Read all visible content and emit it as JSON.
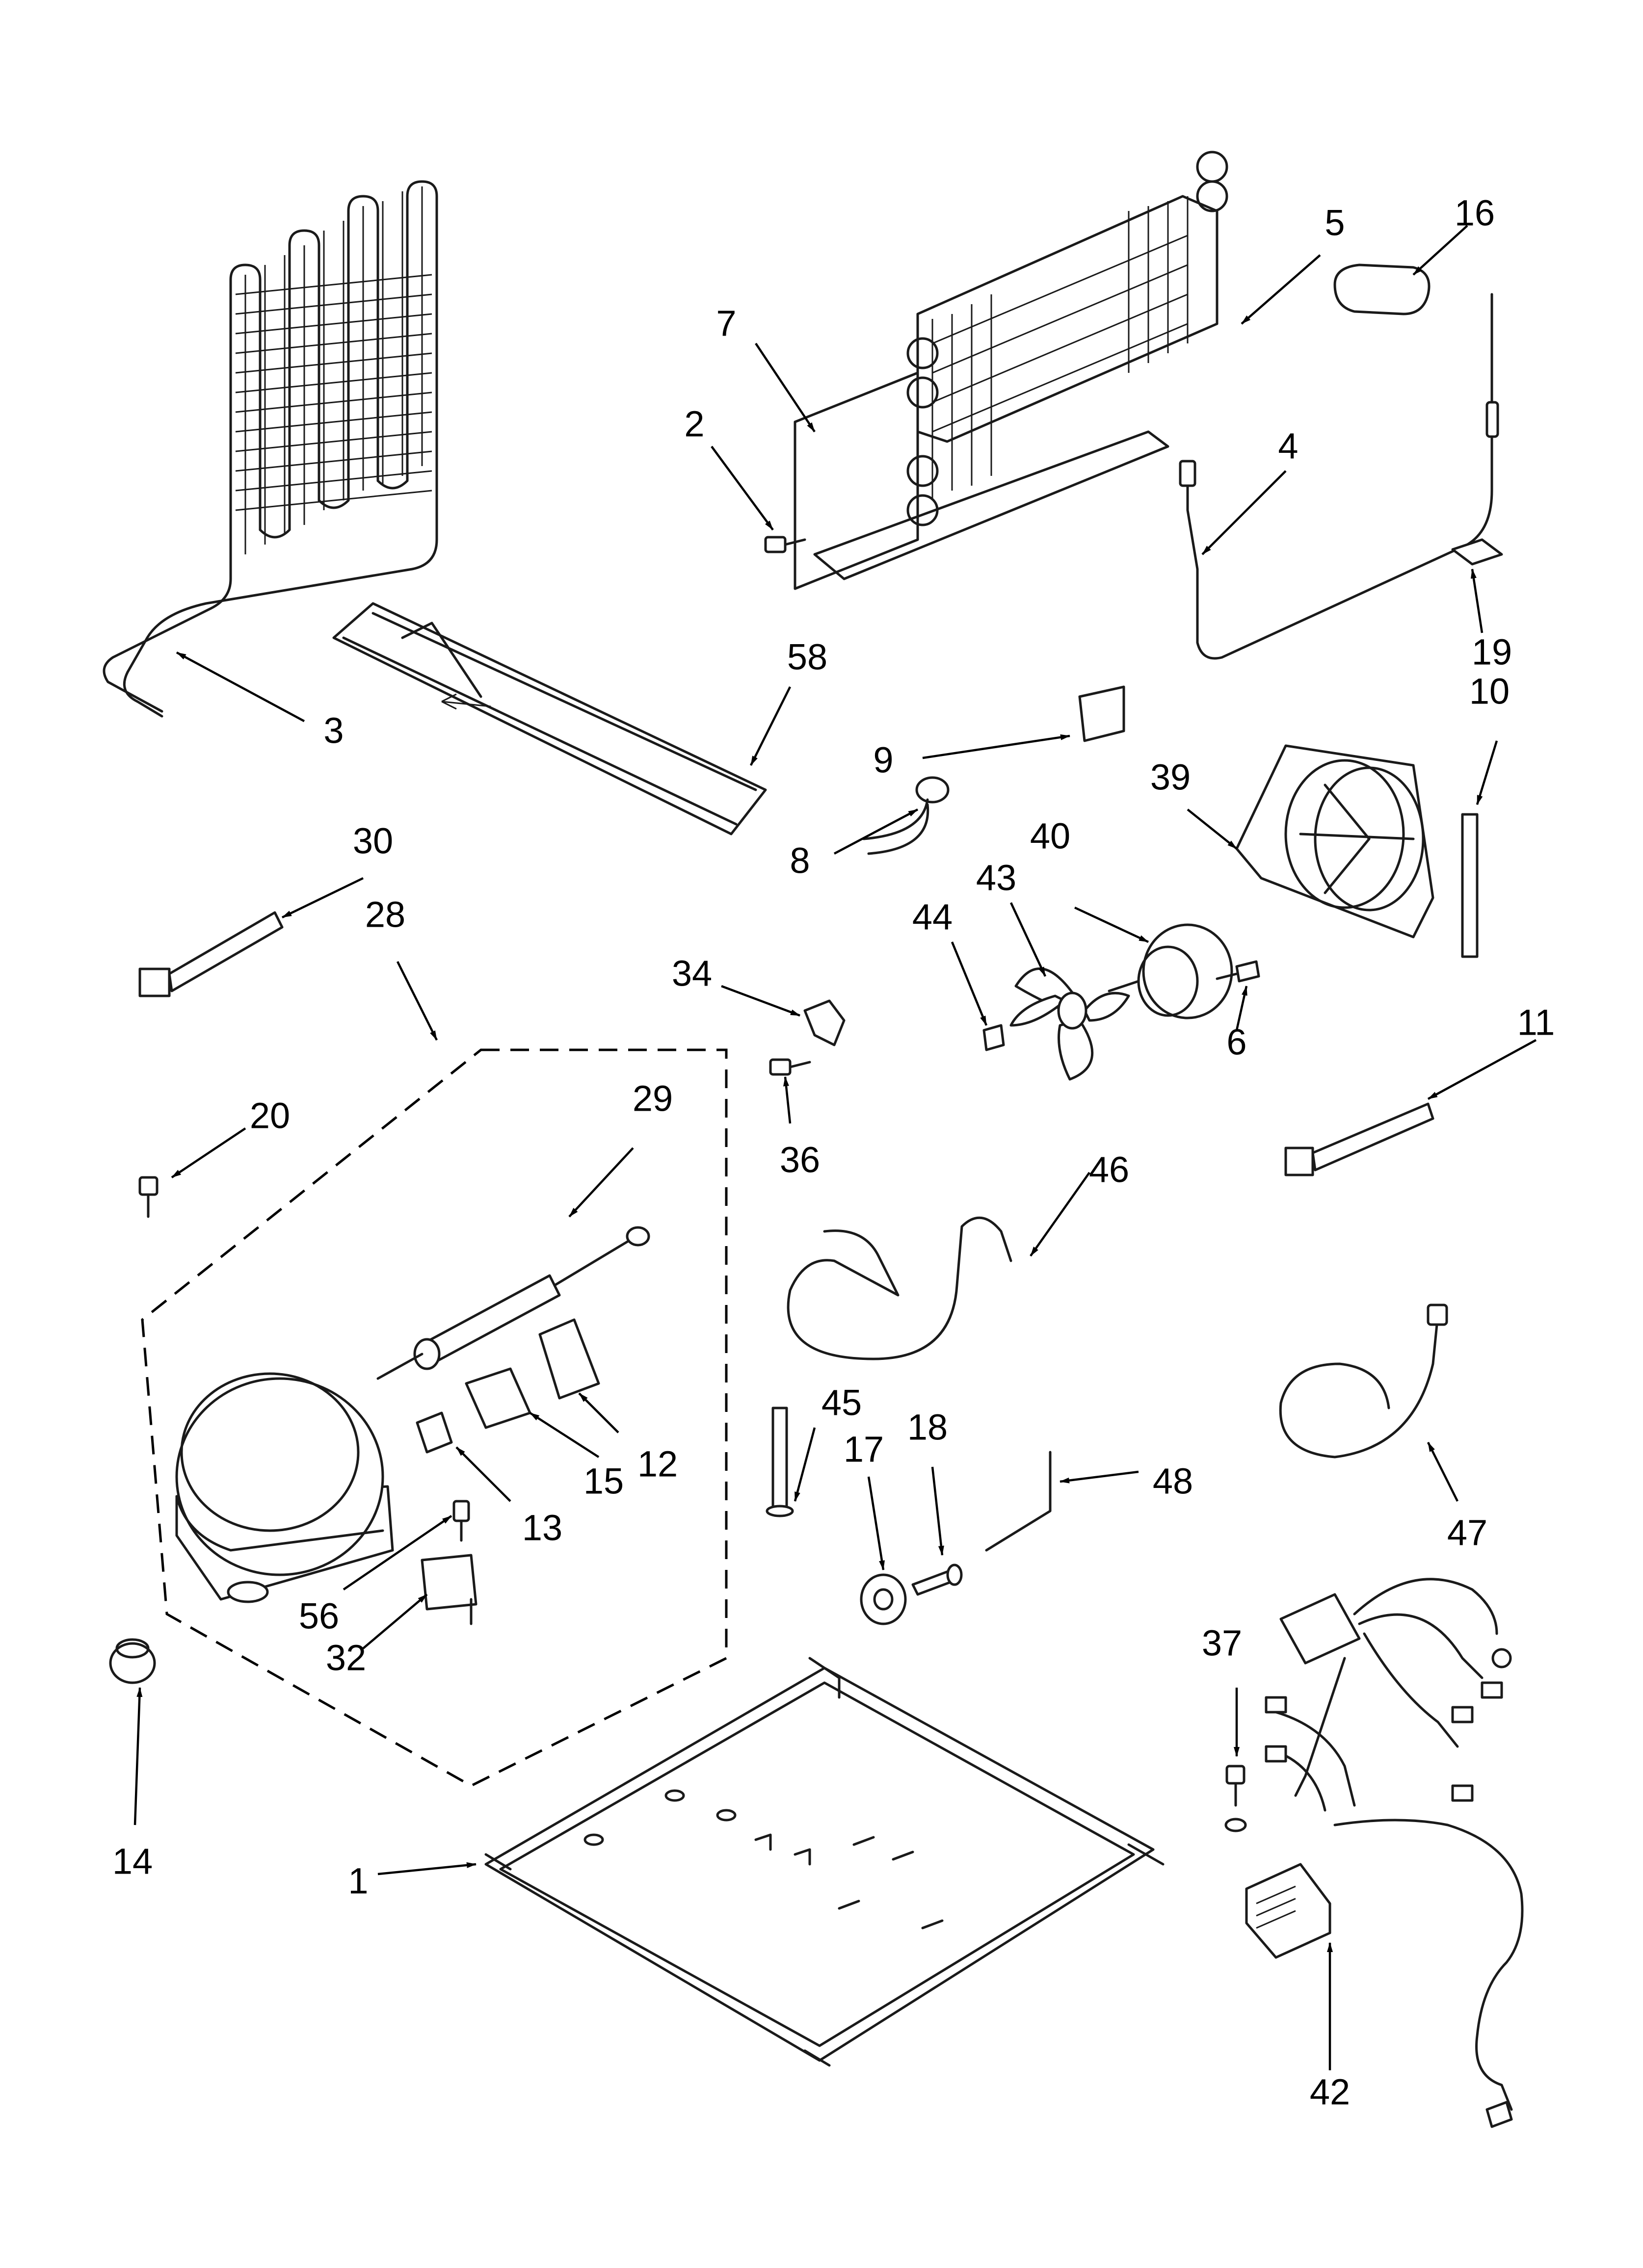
{
  "callouts": {
    "c1": "1",
    "c2": "2",
    "c3": "3",
    "c4": "4",
    "c5": "5",
    "c6": "6",
    "c7": "7",
    "c8": "8",
    "c9": "9",
    "c10": "10",
    "c11": "11",
    "c12": "12",
    "c13": "13",
    "c14": "14",
    "c15": "15",
    "c16": "16",
    "c17": "17",
    "c18": "18",
    "c19": "19",
    "c20": "20",
    "c28": "28",
    "c29": "29",
    "c30": "30",
    "c32": "32",
    "c34": "34",
    "c36": "36",
    "c37": "37",
    "c39": "39",
    "c40": "40",
    "c42": "42",
    "c43": "43",
    "c44": "44",
    "c45": "45",
    "c46": "46",
    "c47": "47",
    "c48": "48",
    "c56": "56",
    "c58": "58"
  }
}
